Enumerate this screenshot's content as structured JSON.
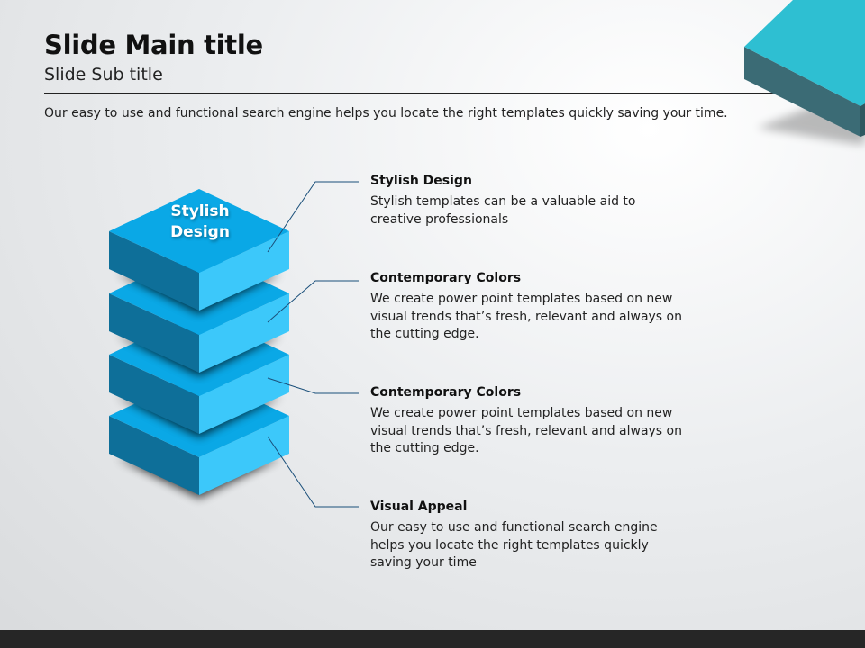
{
  "header": {
    "title": "Slide Main title",
    "subtitle": "Slide Sub title",
    "intro": "Our easy to use and functional search engine helps you locate the right templates quickly saving your time."
  },
  "stack": {
    "top_label": "Stylish Design",
    "colors": {
      "top": "#0aa8e6",
      "left": "#0e6f99",
      "right": "#3cc8fa",
      "corner_top": "#2ebfd2",
      "corner_side": "#3b6b75"
    }
  },
  "items": [
    {
      "title": "Stylish Design",
      "text": "Stylish templates can be a valuable aid to creative professionals"
    },
    {
      "title": "Contemporary Colors",
      "text": "We create power point templates based on new visual trends that’s fresh, relevant and always on the cutting edge."
    },
    {
      "title": "Contemporary Colors",
      "text": "We create power point templates based on new visual trends that’s fresh, relevant and always on the cutting edge."
    },
    {
      "title": "Visual Appeal",
      "text": "Our easy to use and functional search engine helps you locate the right templates quickly saving your time"
    }
  ]
}
